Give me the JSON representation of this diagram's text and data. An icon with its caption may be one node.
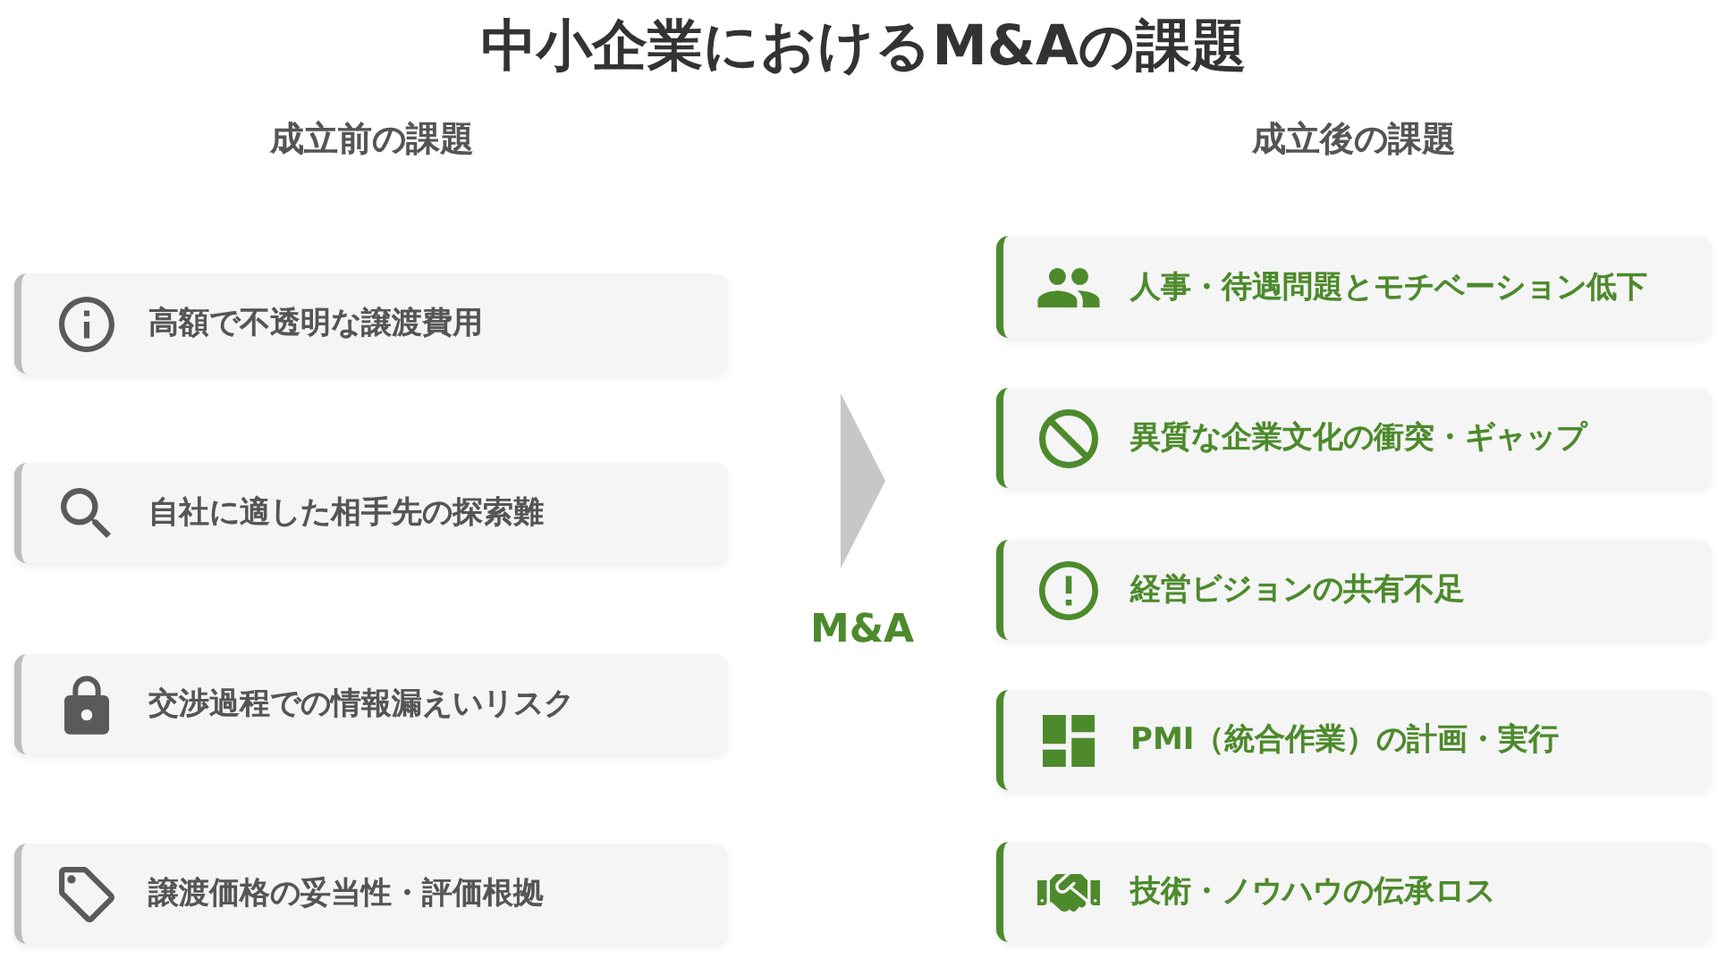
{
  "diagram": {
    "title": "中小企業におけるM&Aの課題",
    "nodes": [
      {
        "text": [
          "高額で不透明な譲渡費用"
        ]
      },
      {
        "text": [
          "自社に適した相手先の探索難"
        ]
      },
      {
        "text": [
          "交渉過程での情報漏えいリスク"
        ]
      },
      {
        "text": [
          "譲渡価格の妥当性・評価根拠"
        ]
      },
      {
        "text": [
          "人事・待遇問題とモチベーション低下"
        ]
      },
      {
        "text": [
          "異質な企業文化の衝突・ギャップ"
        ]
      },
      {
        "text": [
          "経営ビジョンの共有不足"
        ]
      },
      {
        "text": [
          "PMI（統合作業）の計画・実行"
        ]
      },
      {
        "text": [
          "技術・ノウハウの伝承ロス"
        ]
      }
    ],
    "labels": [
      "成立前の課題",
      "成立後の課題",
      "M&A"
    ]
  }
}
